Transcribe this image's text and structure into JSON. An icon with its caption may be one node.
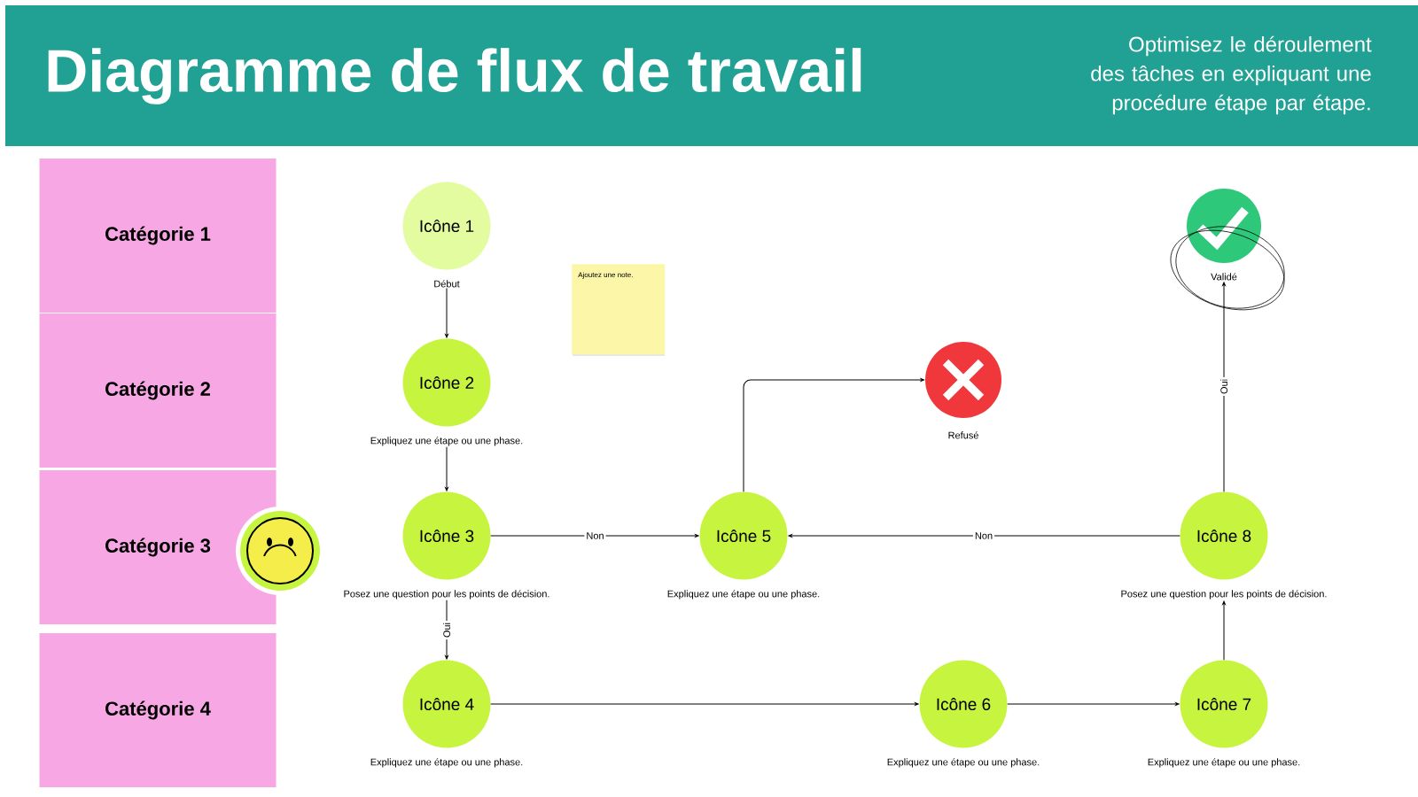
{
  "diagram": {
    "title": "Diagramme de flux de travail",
    "caption": "Optimisez le déroulement des tâches en expliquant une procédure étape par étape.",
    "nodes": [
      {
        "text": [
          "Catégorie 1"
        ]
      },
      {
        "text": [
          "Catégorie 2"
        ]
      },
      {
        "text": [
          "Catégorie 3"
        ]
      },
      {
        "text": [
          "Catégorie 4"
        ]
      },
      {
        "text": [
          "Icône 1"
        ],
        "beside": [
          "Début"
        ]
      },
      {
        "text": [
          "Icône 2"
        ],
        "beside": [
          "Expliquez une étape ou une phase."
        ]
      },
      {
        "text": [
          "Icône 3"
        ],
        "beside": [
          "Posez une question pour les points de décision."
        ]
      },
      {
        "text": [
          "Icône 4"
        ],
        "beside": [
          "Expliquez une étape ou une phase."
        ]
      },
      {
        "text": [
          "Icône 5"
        ],
        "beside": [
          "Expliquez une étape ou une phase."
        ]
      },
      {
        "text": [
          "Icône 6"
        ],
        "beside": [
          "Expliquez une étape ou une phase."
        ]
      },
      {
        "text": [
          "Icône 7"
        ],
        "beside": [
          "Expliquez une étape ou une phase."
        ]
      },
      {
        "text": [
          "Icône 8"
        ],
        "beside": [
          "Posez une question pour les points de décision."
        ]
      },
      {
        "text": [],
        "shape": "circle",
        "beside": [
          "Refusé"
        ]
      },
      {
        "text": [],
        "shape": "circle",
        "beside": [
          "Validé"
        ]
      },
      {
        "text": [
          "Ajoutez une note."
        ]
      }
    ],
    "edges": [
      {
        "from": 4,
        "to": 5,
        "arrow": "to"
      },
      {
        "from": 5,
        "to": 6,
        "arrow": "to"
      },
      {
        "from": 6,
        "to": 8,
        "arrow": "to",
        "label": "Non"
      },
      {
        "from": 6,
        "to": 7,
        "arrow": "to",
        "label": "Oui"
      },
      {
        "from": 8,
        "to": 12,
        "arrow": "to"
      },
      {
        "from": 11,
        "to": 8,
        "arrow": "to",
        "label": "Non"
      },
      {
        "from": 7,
        "to": 9,
        "arrow": "to"
      },
      {
        "from": 9,
        "to": 10,
        "arrow": "to"
      },
      {
        "from": 10,
        "to": 11,
        "arrow": "to"
      },
      {
        "from": 11,
        "to": 13,
        "arrow": "to",
        "label": "Oui"
      }
    ]
  }
}
